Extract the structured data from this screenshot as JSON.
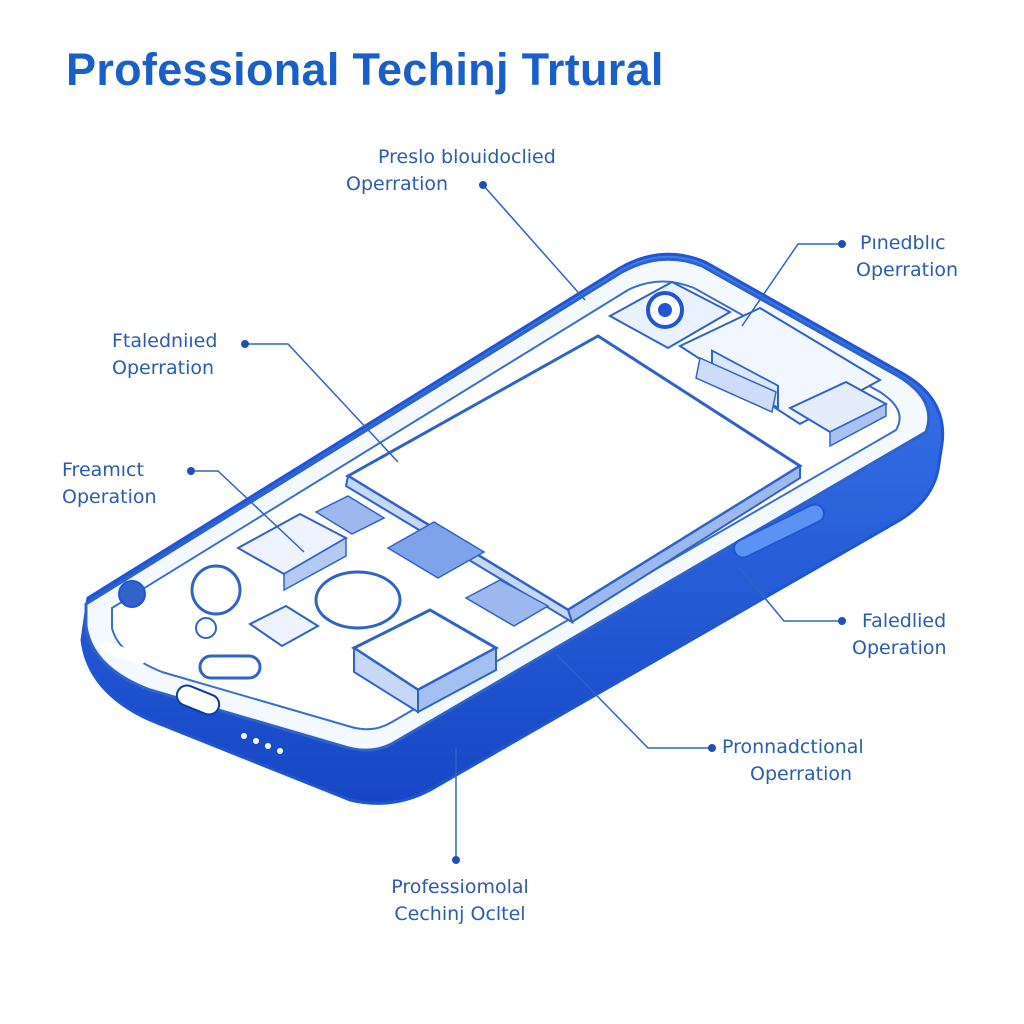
{
  "title": "Professional Techinj Trtural",
  "colors": {
    "title": "#1a5fc7",
    "line": "#2f63c8",
    "frame": "#1f55d6",
    "label": "#2a5cae"
  },
  "callouts": [
    {
      "id": "top",
      "lines": [
        "Preslo blouidoclied",
        "Operration"
      ]
    },
    {
      "id": "top-right",
      "lines": [
        "Pınedblıc",
        "Operration"
      ]
    },
    {
      "id": "left-1",
      "lines": [
        "Ftaledniıed",
        "Operration"
      ]
    },
    {
      "id": "left-2",
      "lines": [
        "Freamıct",
        "Operation"
      ]
    },
    {
      "id": "right-1",
      "lines": [
        "Faledlied",
        "Operation"
      ]
    },
    {
      "id": "right-2",
      "lines": [
        "Pronnadctional",
        "Operration"
      ]
    },
    {
      "id": "bottom",
      "lines": [
        "Professiomolal",
        "Cechinj Ocltel"
      ]
    }
  ]
}
